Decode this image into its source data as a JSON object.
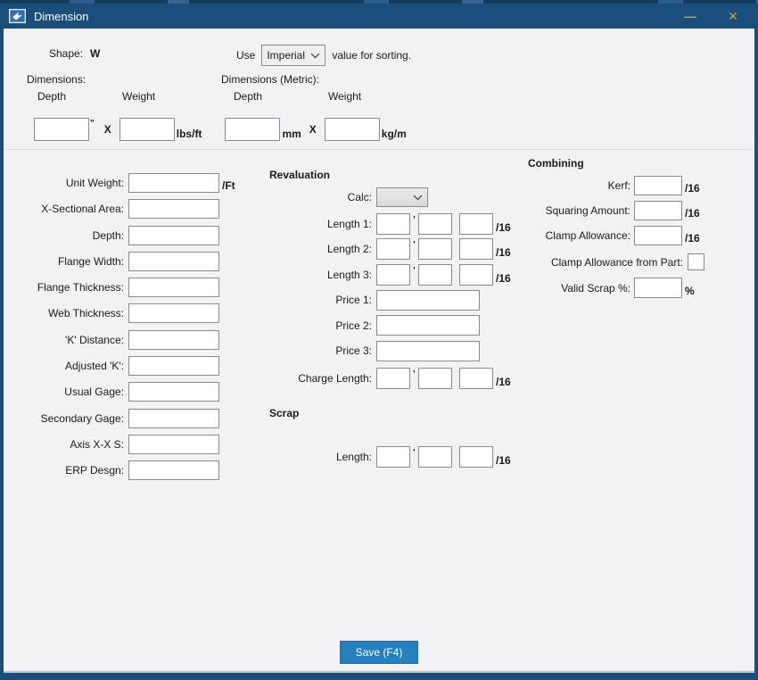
{
  "window": {
    "title": "Dimension",
    "minimize_glyph": "—",
    "close_glyph": "✕"
  },
  "header": {
    "shape_label": "Shape:",
    "shape_value": "W",
    "use_label": "Use",
    "unit_system_value": "Imperial",
    "use_suffix": "value for sorting.",
    "imperial_group_label": "Dimensions:",
    "metric_group_label": "Dimensions (Metric):",
    "depth_col_label": "Depth",
    "weight_col_label": "Weight",
    "inch_mark": "\"",
    "multiply_sign": "X",
    "imperial_weight_unit": "lbs/ft",
    "metric_depth_unit": "mm",
    "metric_weight_unit": "kg/m"
  },
  "left_fields": {
    "rows": [
      {
        "label": "Unit Weight:",
        "suffix": "/Ft"
      },
      {
        "label": "X-Sectional Area:",
        "suffix": ""
      },
      {
        "label": "Depth:",
        "suffix": ""
      },
      {
        "label": "Flange Width:",
        "suffix": ""
      },
      {
        "label": "Flange Thickness:",
        "suffix": ""
      },
      {
        "label": "Web Thickness:",
        "suffix": ""
      },
      {
        "label": "'K' Distance:",
        "suffix": ""
      },
      {
        "label": "Adjusted 'K':",
        "suffix": ""
      },
      {
        "label": "Usual Gage:",
        "suffix": ""
      },
      {
        "label": "Secondary Gage:",
        "suffix": ""
      },
      {
        "label": "Axis X-X S:",
        "suffix": ""
      },
      {
        "label": "ERP Desgn:",
        "suffix": ""
      }
    ]
  },
  "revaluation": {
    "title": "Revaluation",
    "calc_label": "Calc:",
    "calc_value": "",
    "feet_mark": "'",
    "sixteenth": "/16",
    "length_labels": [
      "Length 1:",
      "Length 2:",
      "Length 3:"
    ],
    "price_labels": [
      "Price 1:",
      "Price 2:",
      "Price 3:"
    ],
    "charge_length_label": "Charge Length:"
  },
  "scrap": {
    "title": "Scrap",
    "length_label": "Length:"
  },
  "combining": {
    "title": "Combining",
    "rows": [
      {
        "label": "Kerf:"
      },
      {
        "label": "Squaring Amount:"
      },
      {
        "label": "Clamp Allowance:"
      }
    ],
    "sixteenth": "/16",
    "checkbox_label": "Clamp Allowance from Part:",
    "valid_scrap_label": "Valid Scrap %:",
    "percent_mark": "%"
  },
  "footer": {
    "save_label": "Save (F4)"
  },
  "colors": {
    "titlebar": "#1b4e7b",
    "titlebar_buttons": "#c5a33e",
    "save_button": "#2481be",
    "body": "#f2f1f4"
  }
}
